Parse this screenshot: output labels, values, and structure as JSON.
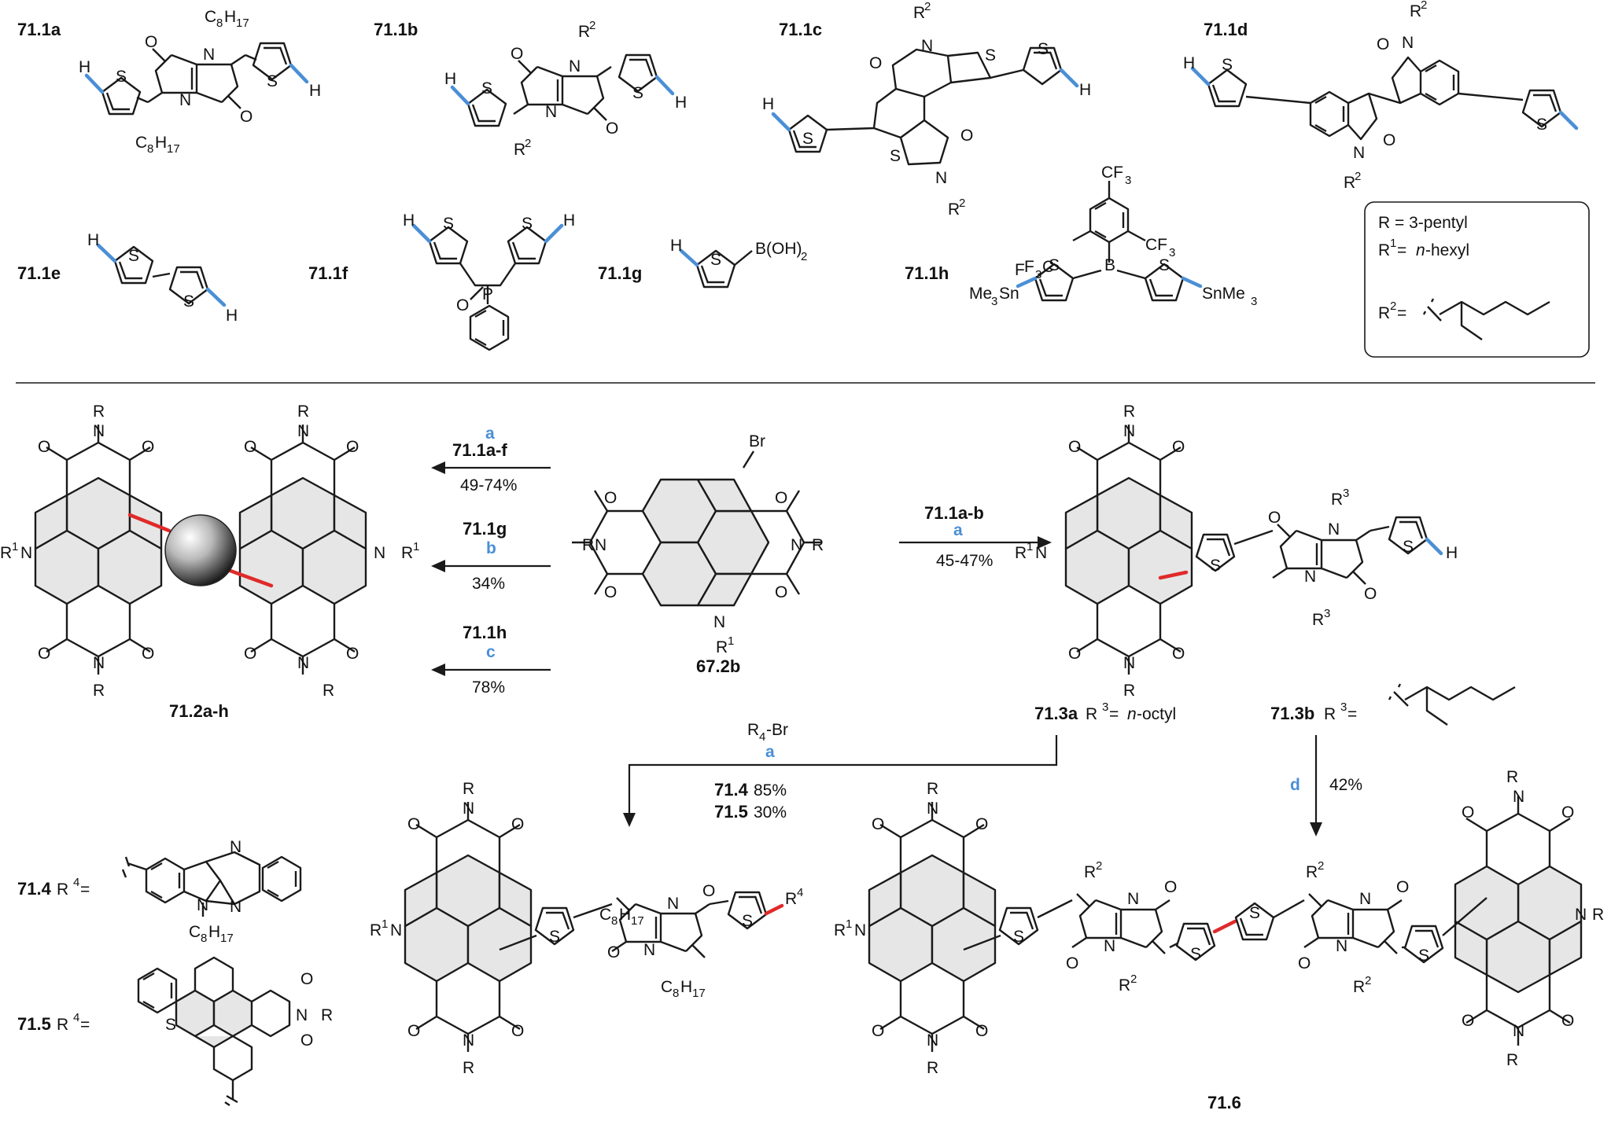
{
  "compounds": {
    "c71_1a": "71.1a",
    "c71_1b": "71.1b",
    "c71_1c": "71.1c",
    "c71_1d": "71.1d",
    "c71_1e": "71.1e",
    "c71_1f": "71.1f",
    "c71_1g": "71.1g",
    "c71_1h": "71.1h",
    "c71_2": "71.2a-h",
    "c67_2b": "67.2b",
    "c71_3a": "71.3a",
    "c71_3b": "71.3b",
    "c71_4": "71.4",
    "c71_5": "71.5",
    "c71_6": "71.6"
  },
  "atoms": {
    "S": "S",
    "N": "N",
    "O": "O",
    "H": "H",
    "P": "P",
    "B": "B",
    "Br": "Br",
    "R": "R",
    "R1": "R",
    "R2": "R",
    "R3": "R",
    "R4": "R",
    "C8H17": "C",
    "C8": "8",
    "H17": "H",
    "H17sub": "17",
    "boh2": "B(OH)",
    "boh2_sub": "2",
    "cf3": "CF",
    "cf3_sub": "3",
    "me3sn": "Me",
    "me3sn_3": "3",
    "me3sn_sn": "Sn",
    "snme3": "SnMe",
    "snme3_3": "3",
    "f3c_f": "F",
    "f3c_3": "3",
    "f3c_c": "C"
  },
  "supers": {
    "one": "1",
    "two": "2",
    "three": "3",
    "four": "4"
  },
  "legend": {
    "r": "R = 3-pentyl",
    "r1_pre": "R",
    "r1_sup": "1",
    "r1_mid": " = ",
    "r1_italic": "n",
    "r1_post": "-hexyl",
    "r2_pre": "R",
    "r2_sup": "2",
    "r2_post": " ="
  },
  "conditions": {
    "arrow1_reagent": "71.1a-f",
    "arrow1_step": "a",
    "arrow1_yield": "49-74%",
    "arrow2_reagent": "71.1g",
    "arrow2_step": "b",
    "arrow2_yield": "34%",
    "arrow3_reagent": "71.1h",
    "arrow3_step": "c",
    "arrow3_yield": "78%",
    "arrow4_reagent": "71.1a-b",
    "arrow4_step": "a",
    "arrow4_yield": "45-47%",
    "arrow5_reagent_pre": "R",
    "arrow5_reagent_sub": "4",
    "arrow5_reagent_post": "-Br",
    "arrow5_step": "a",
    "arrow5_y1_cmpd": "71.4",
    "arrow5_y1": " 85%",
    "arrow5_y2_cmpd": "71.5",
    "arrow5_y2": " 30%",
    "arrow6_step": "d",
    "arrow6_yield": "42%"
  },
  "annotations": {
    "r3a_pre": " R",
    "r3a_sup": "3",
    "r3a_mid": " = ",
    "r3a_italic": "n",
    "r3a_post": "-octyl",
    "r3b_pre": " R",
    "r3b_sup": "3",
    "r3b_post": " =",
    "r4_pre": " R",
    "r4_sup": "4",
    "r4_post": " ="
  }
}
